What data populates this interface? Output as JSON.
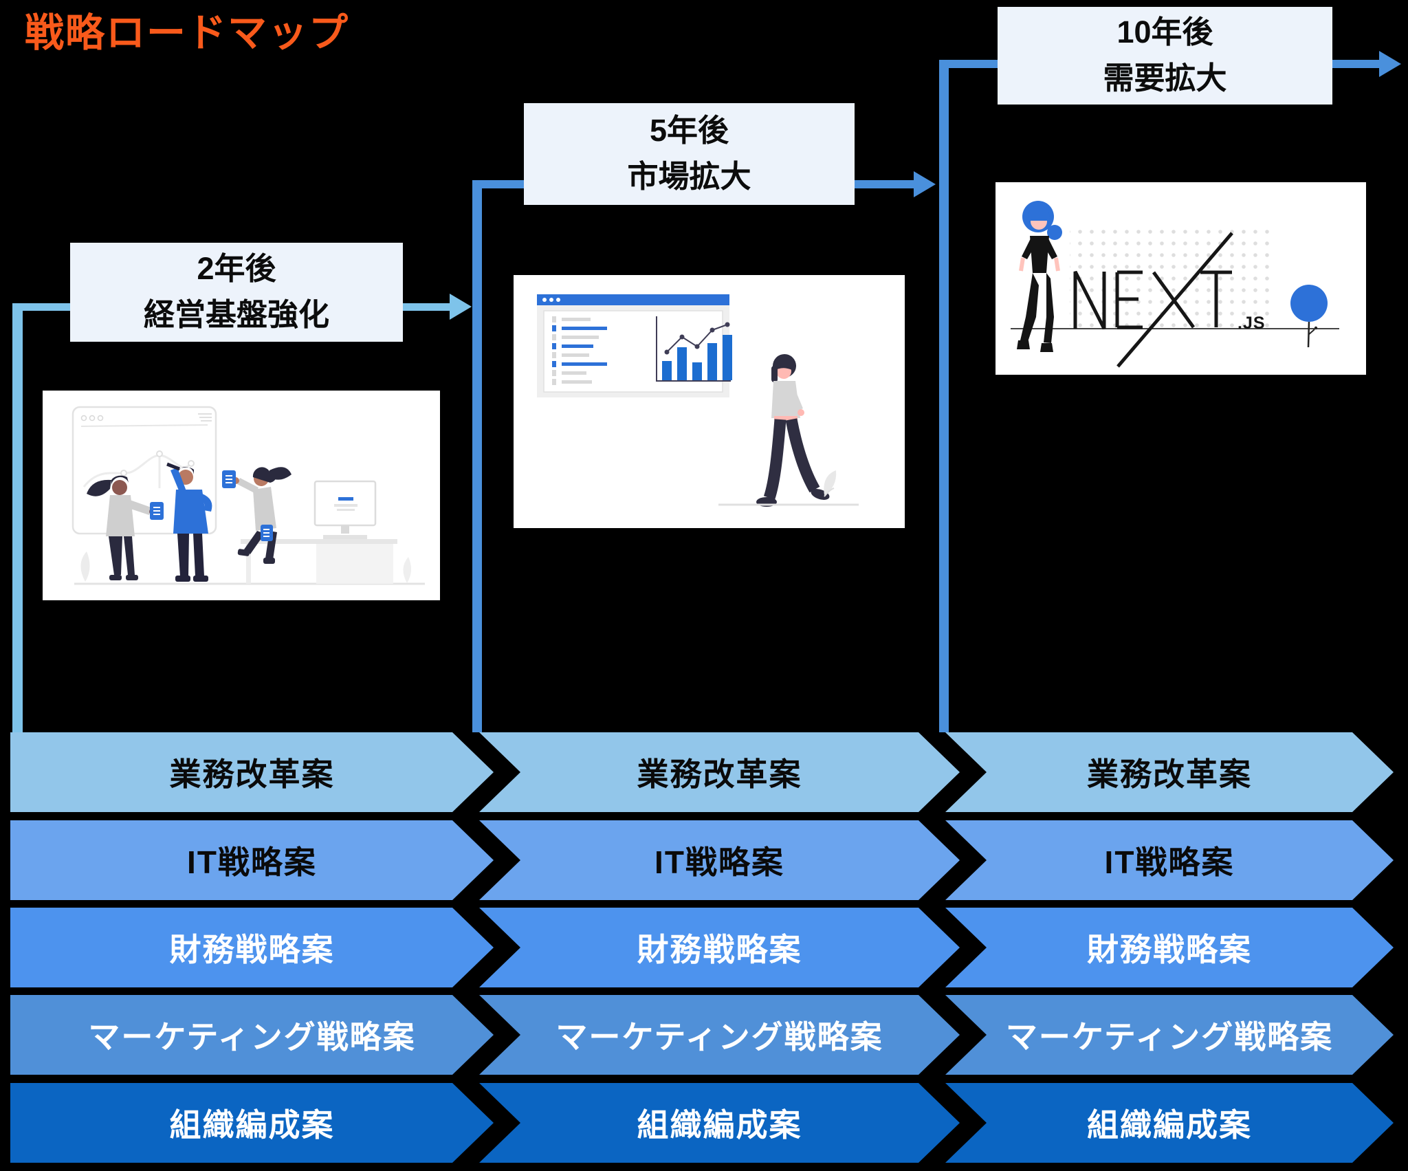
{
  "title": {
    "text": "戦略ロードマップ",
    "color": "#F95A1B"
  },
  "theme": {
    "background": "#000000",
    "title_color": "#F95A1B",
    "milestone_bg": "#EDF3FB",
    "connector_light": "#7EC3EA",
    "connector_medium": "#4A90DC"
  },
  "milestones": [
    {
      "period": "2年後",
      "goal": "経営基盤強化"
    },
    {
      "period": "5年後",
      "goal": "市場拡大"
    },
    {
      "period": "10年後",
      "goal": "需要拡大"
    }
  ],
  "tracks": [
    {
      "label": "業務改革案",
      "color": "#92C6EA",
      "text_color": "#0A0A0A"
    },
    {
      "label": "IT戦略案",
      "color": "#6BA4EE",
      "text_color": "#0A0A0A"
    },
    {
      "label": "財務戦略案",
      "color": "#4D93EE",
      "text_color": "#FFFFFF"
    },
    {
      "label": "マーケティング戦略案",
      "color": "#5090D8",
      "text_color": "#FFFFFF"
    },
    {
      "label": "組織編成案",
      "color": "#0B65C2",
      "text_color": "#FFFFFF"
    }
  ],
  "phases_per_track": 3,
  "illustrations": [
    {
      "name": "team-whiteboard-illustration"
    },
    {
      "name": "dashboard-analytics-illustration"
    },
    {
      "name": "nextjs-illustration",
      "logo_word": "NEXT",
      "logo_suffix": ".JS"
    }
  ]
}
